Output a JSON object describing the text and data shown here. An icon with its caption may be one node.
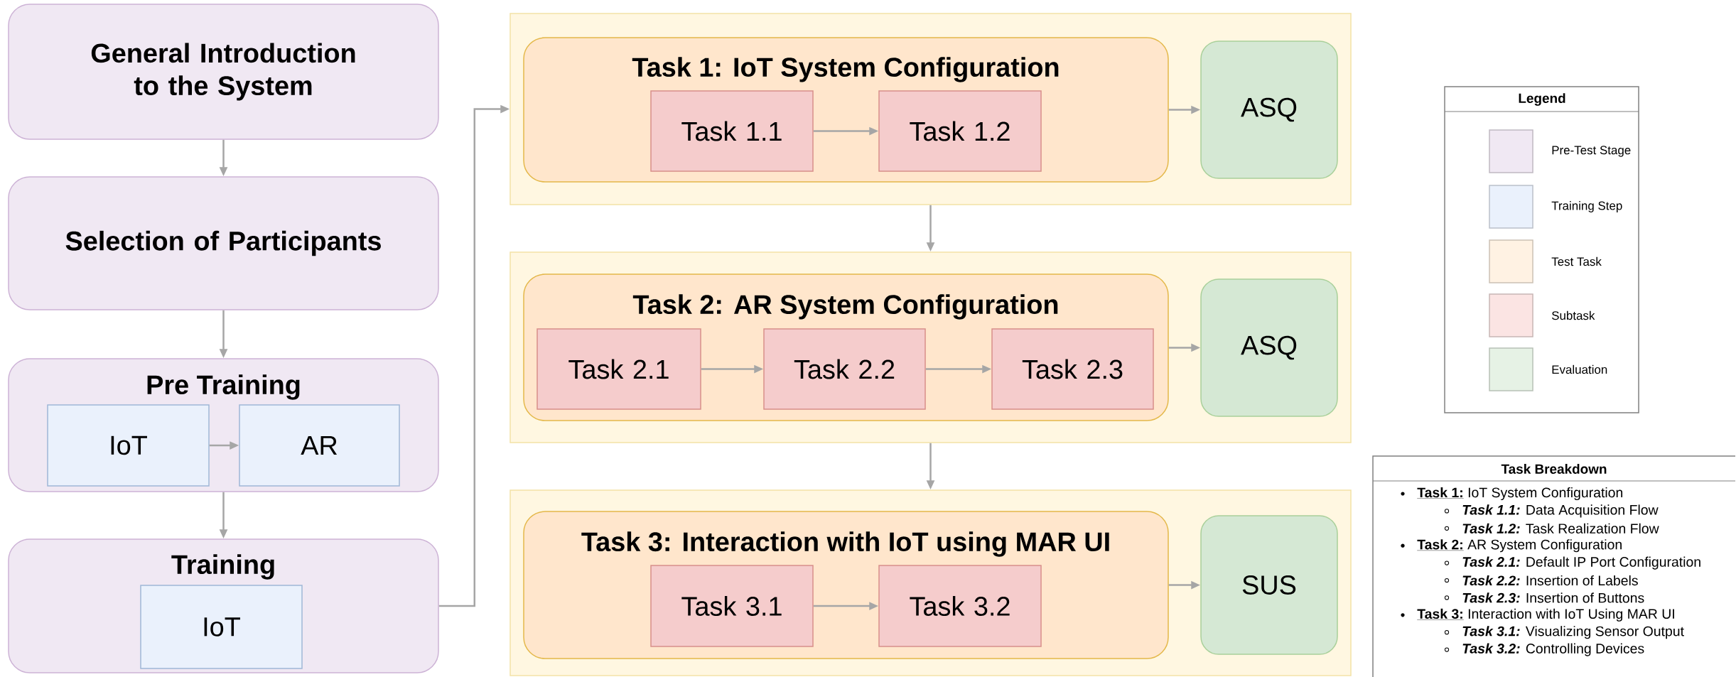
{
  "diagram": {
    "nodes": [
      {
        "text": [
          "General Introduction to the System"
        ]
      },
      {
        "text": [
          "Selection of Participants"
        ]
      },
      {
        "text": [
          "Pre Training"
        ]
      },
      {
        "text": [
          "IoT"
        ],
        "in": 2
      },
      {
        "text": [
          "AR"
        ],
        "in": 2
      },
      {
        "text": [
          "Training"
        ]
      },
      {
        "text": [
          "IoT"
        ],
        "in": 5
      },
      {
        "text": [],
        "shape": "box"
      },
      {
        "text": [
          "Task 1: IoT System Configuration"
        ],
        "in": 7
      },
      {
        "text": [
          "Task 1.1"
        ],
        "in": 8
      },
      {
        "text": [
          "Task 1.2"
        ],
        "in": 8
      },
      {
        "text": [
          "ASQ"
        ],
        "in": 7
      },
      {
        "text": [],
        "shape": "box"
      },
      {
        "text": [
          "Task 2: AR System Configuration"
        ],
        "in": 12
      },
      {
        "text": [
          "Task 2.1"
        ],
        "in": 13
      },
      {
        "text": [
          "Task 2.2"
        ],
        "in": 13
      },
      {
        "text": [
          "Task 2.3"
        ],
        "in": 13
      },
      {
        "text": [
          "ASQ"
        ],
        "in": 12
      },
      {
        "text": [],
        "shape": "box"
      },
      {
        "text": [
          "Task 3: Interaction with IoT using MAR UI"
        ],
        "in": 18
      },
      {
        "text": [
          "Task 3.1"
        ],
        "in": 19
      },
      {
        "text": [
          "Task 3.2"
        ],
        "in": 19
      },
      {
        "text": [
          "SUS"
        ],
        "in": 18
      }
    ],
    "edges": [
      {
        "from": 0,
        "to": 1,
        "arrow": "to"
      },
      {
        "from": 1,
        "to": 2,
        "arrow": "to"
      },
      {
        "from": 3,
        "to": 4,
        "arrow": "to"
      },
      {
        "from": 2,
        "to": 5,
        "arrow": "to"
      },
      {
        "from": 5,
        "to": 7,
        "arrow": "to"
      },
      {
        "from": 9,
        "to": 10,
        "arrow": "to"
      },
      {
        "from": 8,
        "to": 11,
        "arrow": "to"
      },
      {
        "from": 7,
        "to": 12,
        "arrow": "to"
      },
      {
        "from": 14,
        "to": 15,
        "arrow": "to"
      },
      {
        "from": 15,
        "to": 16,
        "arrow": "to"
      },
      {
        "from": 13,
        "to": 17,
        "arrow": "to"
      },
      {
        "from": 12,
        "to": 18,
        "arrow": "to"
      },
      {
        "from": 20,
        "to": 21,
        "arrow": "to"
      },
      {
        "from": 19,
        "to": 22,
        "arrow": "to"
      }
    ],
    "labels": [
      "Legend",
      "Task Breakdown",
      "Task 1:",
      "IoT System Configuration",
      "Task 1.1:",
      "Data Acquisition Flow",
      "Task 1.2:",
      "Task Realization Flow",
      "Task 2:",
      "AR System Configuration",
      "Task 2.1:",
      "Default IP Port Configuration",
      "Task 2.2:",
      "Insertion of Labels",
      "Task 2.3:",
      "Insertion of Buttons",
      "Task 3:",
      "Interaction with IoT Using MAR UI",
      "Task 3.1:",
      "Visualizing Sensor Output",
      "Task 3.2:",
      "Controlling Devices"
    ],
    "legend": [
      {
        "text": "Pre-Test Stage",
        "color": "#f0e8f3"
      },
      {
        "text": "Training Step",
        "color": "#eaf1fc"
      },
      {
        "text": "Test Task",
        "color": "#fff2e3"
      },
      {
        "text": "Subtask",
        "color": "#fbe4e3"
      },
      {
        "text": "Evaluation",
        "color": "#e6f2e5"
      }
    ]
  }
}
